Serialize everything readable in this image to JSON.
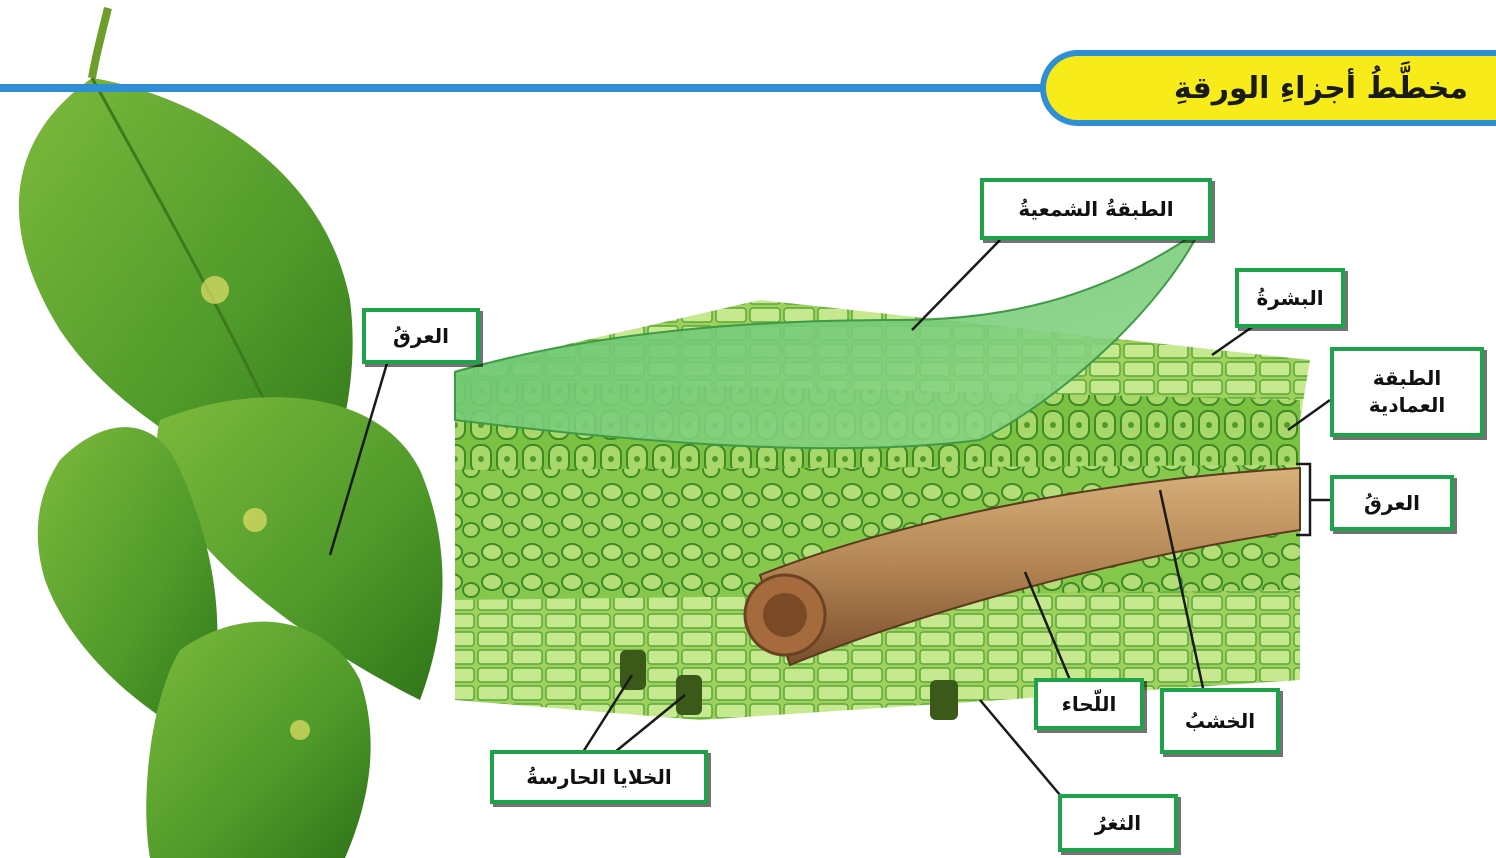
{
  "title": "مخطَّطُ أجزاءِ الورقةِ",
  "labels": {
    "wax_layer": "الطبقةُ الشمعيةُ",
    "epidermis": "البشرةُ",
    "palisade_line1": "الطبقة",
    "palisade_line2": "العمادية",
    "vein_right": "العرقُ",
    "vein_left": "العرقُ",
    "phloem": "اللّحاء",
    "xylem": "الخشبُ",
    "guard_cells": "الخلايا الحارسةُ",
    "stoma": "الثغرُ"
  },
  "colors": {
    "accent_blue": "#2e8fd4",
    "banner_yellow": "#f7ec1a",
    "label_border": "#1ea24a",
    "leaf_green": "#5aa83a"
  }
}
